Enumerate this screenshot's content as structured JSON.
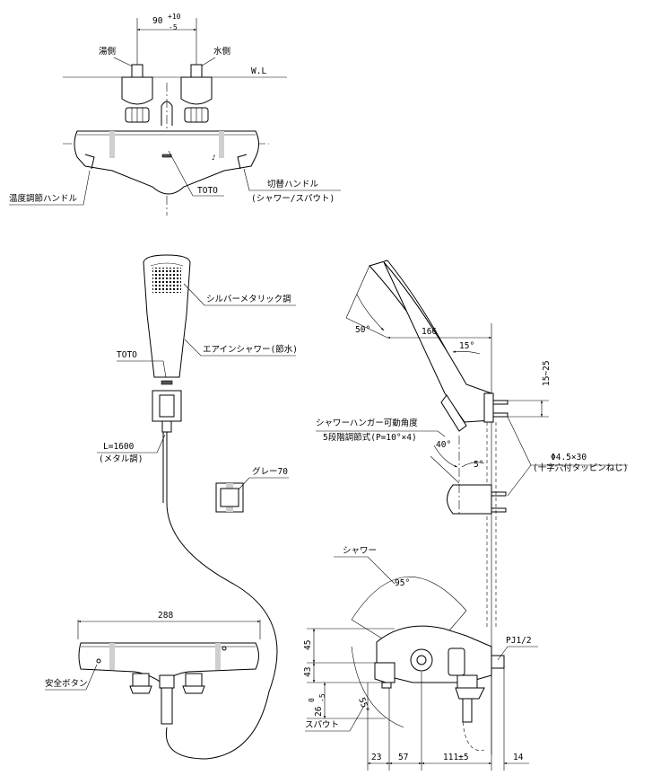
{
  "labels": {
    "hot_side": "湯側",
    "cold_side": "水側",
    "wall_line": "W.L",
    "top_width": "90",
    "top_tol_plus": "+10",
    "top_tol_minus": "-5",
    "temp_handle": "温度調節ハンドル",
    "brand_top": "TOTO",
    "switch_handle": "切替ハンドル",
    "switch_handle_sub": "(シャワー/スパウト)",
    "silver_metallic": "シルバーメタリック調",
    "brand_shower": "TOTO",
    "air_in_shower": "エアインシャワー(節水)",
    "hose_length": "L=1600",
    "hose_sub": "(メタル調)",
    "gray": "グレー70",
    "width_288": "288",
    "safety_button": "安全ボタン",
    "angle_50": "50°",
    "dim_166": "166",
    "angle_15": "15°",
    "dim_15_25": "15~25",
    "hanger_angle": "シャワーハンガー可動角度",
    "hanger_steps": "5段階調節式(P=10°×4)",
    "angle_40": "40°",
    "angle_5": "5°",
    "screw": "Φ4.5×30",
    "screw_sub": "(十字穴付タッピンねじ)",
    "shower": "シャワー",
    "angle_95": "95°",
    "pj": "PJ1/2",
    "dim_45": "45",
    "dim_43": "43",
    "dim_26": "26",
    "dim_26_tol_plus": "0",
    "dim_26_tol_minus": "-5",
    "angle_55": "55°",
    "spout": "スパウト",
    "dim_23": "23",
    "dim_57": "57",
    "dim_111": "111±5",
    "dim_14": "14"
  }
}
